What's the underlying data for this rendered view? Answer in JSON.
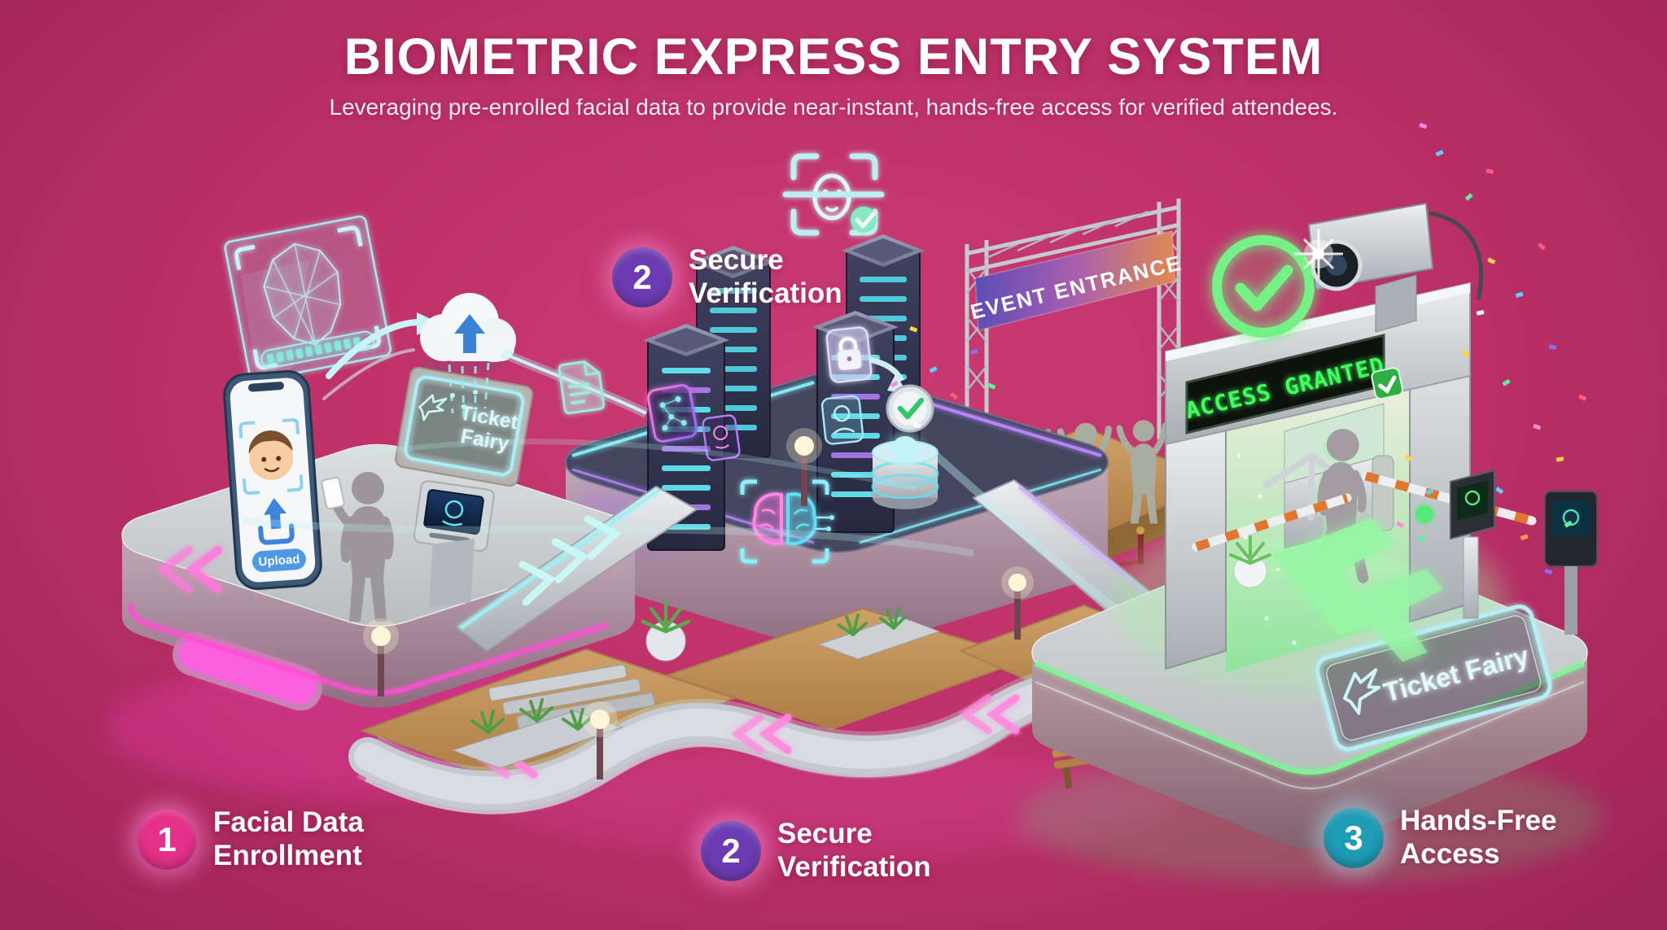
{
  "header": {
    "title": "BIOMETRIC EXPRESS ENTRY SYSTEM",
    "subtitle": "Leveraging pre-enrolled facial data to provide near-instant, hands-free access for verified attendees."
  },
  "steps": {
    "one": {
      "number": "1",
      "line1": "Facial Data",
      "line2": "Enrollment",
      "badge_color": "#e6308a"
    },
    "two": {
      "number": "2",
      "line1": "Secure",
      "line2": "Verification",
      "badge_color": "#6d3cb4"
    },
    "three": {
      "number": "3",
      "line1": "Hands-Free",
      "line2": "Access",
      "badge_color": "#1e9cb6"
    }
  },
  "scene": {
    "enrollment": {
      "phone_button": "Upload",
      "kiosk_brand_line1": "Ticket",
      "kiosk_brand_line2": "Fairy"
    },
    "access": {
      "banner": "EVENT ENTRANCE",
      "led_display": "ACCESS GRANTED",
      "platform_brand": "Ticket Fairy"
    }
  },
  "palette": {
    "background": "#b93067",
    "neon_cyan": "#9feef4",
    "neon_pink": "#ff5ad5",
    "neon_purple": "#b585f7",
    "neon_green": "#6ef07f",
    "led_green": "#3fff5f"
  }
}
